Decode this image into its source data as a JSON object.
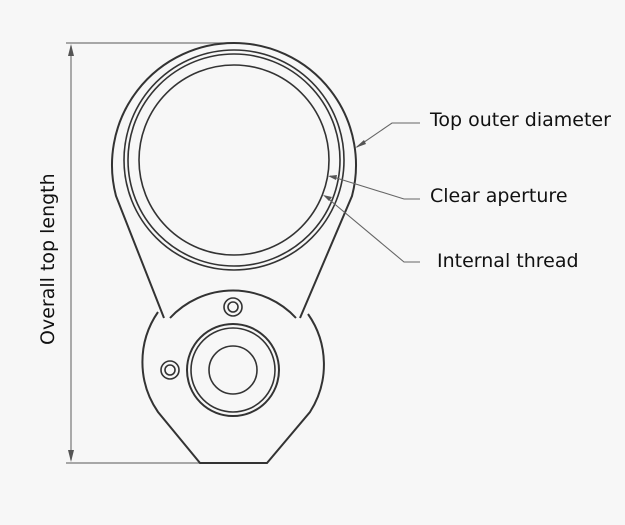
{
  "diagram": {
    "labels": {
      "top_outer_diameter": "Top outer diameter",
      "clear_aperture": "Clear aperture",
      "internal_thread": "Internal thread",
      "overall_top_length": "Overall top length"
    },
    "colors": {
      "background": "#f7f7f7",
      "line": "#333333",
      "dimension_line": "#777777",
      "text": "#111111"
    }
  }
}
